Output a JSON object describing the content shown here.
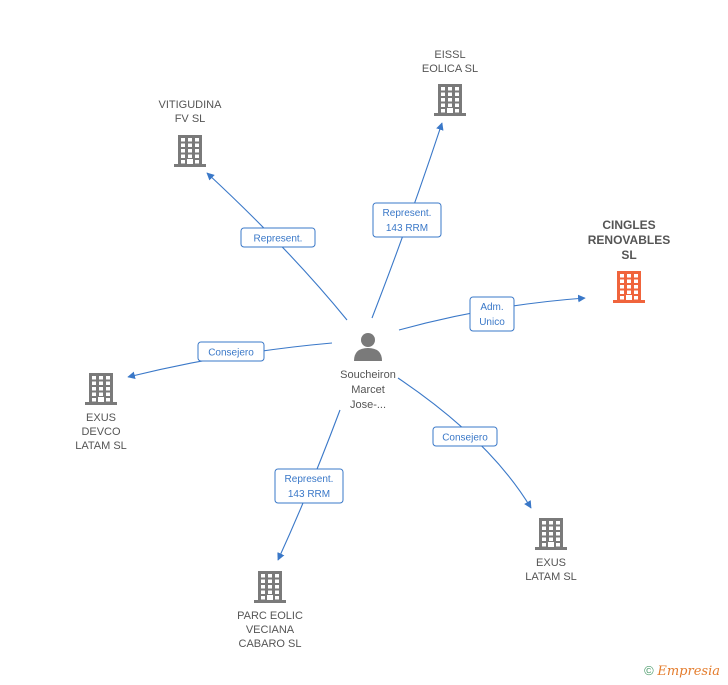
{
  "colors": {
    "edge": "#3a78c8",
    "building_default": "#7a7a7a",
    "building_highlight": "#f0643c",
    "person": "#7a7a7a"
  },
  "center": {
    "lines": [
      "Soucheiron",
      "Marcet",
      "Jose-..."
    ],
    "icon": "person-icon"
  },
  "nodes": [
    {
      "id": "eissl",
      "lines": [
        "EISSL",
        "EOLICA  SL"
      ],
      "highlight": false,
      "icon": "building-icon"
    },
    {
      "id": "vitigudina",
      "lines": [
        "VITIGUDINA",
        "FV SL"
      ],
      "highlight": false,
      "icon": "building-icon"
    },
    {
      "id": "cingles",
      "lines": [
        "CINGLES",
        "RENOVABLES",
        "SL"
      ],
      "highlight": true,
      "icon": "building-icon"
    },
    {
      "id": "exus-devco",
      "lines": [
        "EXUS",
        "DEVCO",
        "LATAM  SL"
      ],
      "highlight": false,
      "icon": "building-icon"
    },
    {
      "id": "exus-latam",
      "lines": [
        "EXUS",
        "LATAM  SL"
      ],
      "highlight": false,
      "icon": "building-icon"
    },
    {
      "id": "parc-eolic",
      "lines": [
        "PARC EOLIC",
        "VECIANA",
        "CABARO SL"
      ],
      "highlight": false,
      "icon": "building-icon"
    }
  ],
  "edges": [
    {
      "to": "vitigudina",
      "label": [
        "Represent."
      ]
    },
    {
      "to": "eissl",
      "label": [
        "Represent.",
        "143 RRM"
      ]
    },
    {
      "to": "cingles",
      "label": [
        "Adm.",
        "Unico"
      ]
    },
    {
      "to": "exus-devco",
      "label": [
        "Consejero"
      ]
    },
    {
      "to": "exus-latam",
      "label": [
        "Consejero"
      ]
    },
    {
      "to": "parc-eolic",
      "label": [
        "Represent.",
        "143 RRM"
      ]
    }
  ],
  "footer": {
    "copyright_symbol": "©",
    "brand": "Empresia"
  }
}
